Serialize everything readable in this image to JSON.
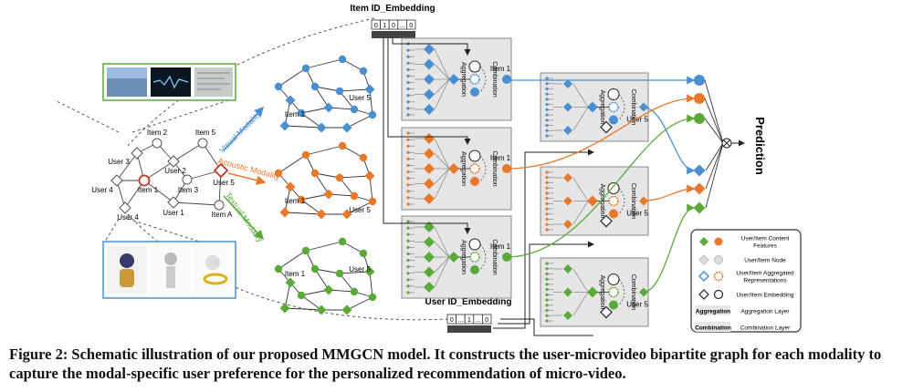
{
  "colors": {
    "visual": "#4a8fd0",
    "acoustic": "#e8782a",
    "textual": "#5aaa3a",
    "panel": "#e6e6e6",
    "panelStroke": "#888888",
    "embed": "#555555",
    "accent": "#c0392b"
  },
  "embedding": {
    "item_label": "Item ID_Embedding",
    "user_label": "User ID_Embedding",
    "item_cells": [
      "0",
      "1",
      "0",
      "...",
      "0"
    ],
    "user_cells": [
      "0",
      "...",
      "1",
      "...",
      "0"
    ]
  },
  "bipartite": {
    "users": [
      "User 1",
      "User 2",
      "User 3",
      "User 4",
      "User 5"
    ],
    "items": [
      "Item 1",
      "Item 2",
      "Item 3",
      "Item 5",
      "Item A"
    ]
  },
  "modalities": [
    "Visual Modality",
    "Acoustic Modality",
    "Textual Modality"
  ],
  "graph_labels": {
    "item": "Item 1",
    "user": "User 5"
  },
  "panel_labels": {
    "aggregation": "Aggregation",
    "combination": "Combination"
  },
  "prediction": "Prediction",
  "legend": {
    "items": [
      {
        "label": "User/Item Content Features",
        "icon": "content"
      },
      {
        "label": "User/Item Node",
        "icon": "node"
      },
      {
        "label": "User/Item Aggregated Representations",
        "icon": "aggregated"
      },
      {
        "label": "User/Item Embedding",
        "icon": "embedding"
      },
      {
        "label": "Aggregation Layer",
        "tag": "Aggregation"
      },
      {
        "label": "Combination Layer",
        "tag": "Combination"
      }
    ]
  },
  "caption": "Figure 2: Schematic illustration of our proposed MMGCN model. It constructs the user-microvideo bipartite graph for each modality to capture the modal-specific user preference for the personalized recommendation of micro-video."
}
